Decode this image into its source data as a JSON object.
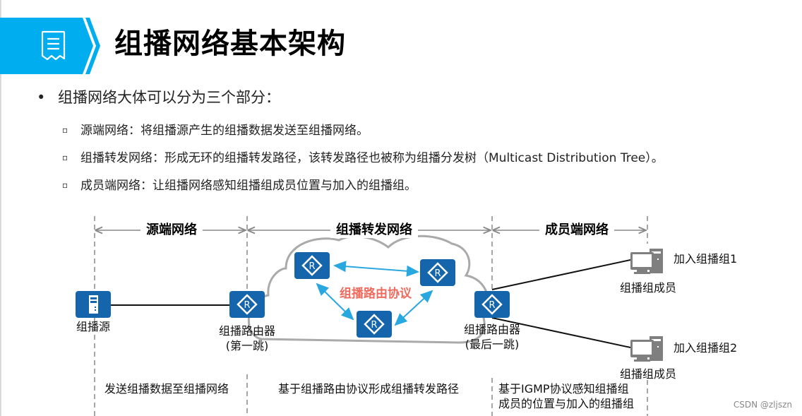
{
  "header": {
    "title": "组播网络基本架构",
    "icon": "document-receipt-icon",
    "accent": "#00aeef"
  },
  "bullets": {
    "main": "组播网络大体可以分为三个部分：",
    "sub": [
      "源端网络：将组播源产生的组播数据发送至组播网络。",
      "组播转发网络：形成无环的组播转发路径，该转发路径也被称为组播分发树（Multicast Distribution Tree）。",
      "成员端网络：让组播网络感知组播组成员位置与加入的组播组。"
    ]
  },
  "diagram": {
    "sections": [
      "源端网络",
      "组播转发网络",
      "成员端网络"
    ],
    "source_label": "组播源",
    "first_hop": {
      "line1": "组播路由器",
      "line2": "(第一跳)"
    },
    "last_hop": {
      "line1": "组播路由器",
      "line2": "(最后一跳)"
    },
    "protocol_label": "组播路由协议",
    "members": [
      {
        "join": "加入组播组1",
        "label": "组播组成员"
      },
      {
        "join": "加入组播组2",
        "label": "组播组成员"
      }
    ],
    "descriptions": [
      "发送组播数据至组播网络",
      "基于组播路由协议形成组播转发路径",
      "基于IGMP协议感知组播组",
      "成员的位置与加入的组播组"
    ],
    "router_glyph": "R",
    "colors": {
      "device": "#1565ad",
      "arrow": "#29a8e0",
      "protocol": "#f06a5d",
      "cloud": "#aaaaaa",
      "member": "#7f7f7f"
    }
  },
  "watermark": "CSDN @zljszn"
}
